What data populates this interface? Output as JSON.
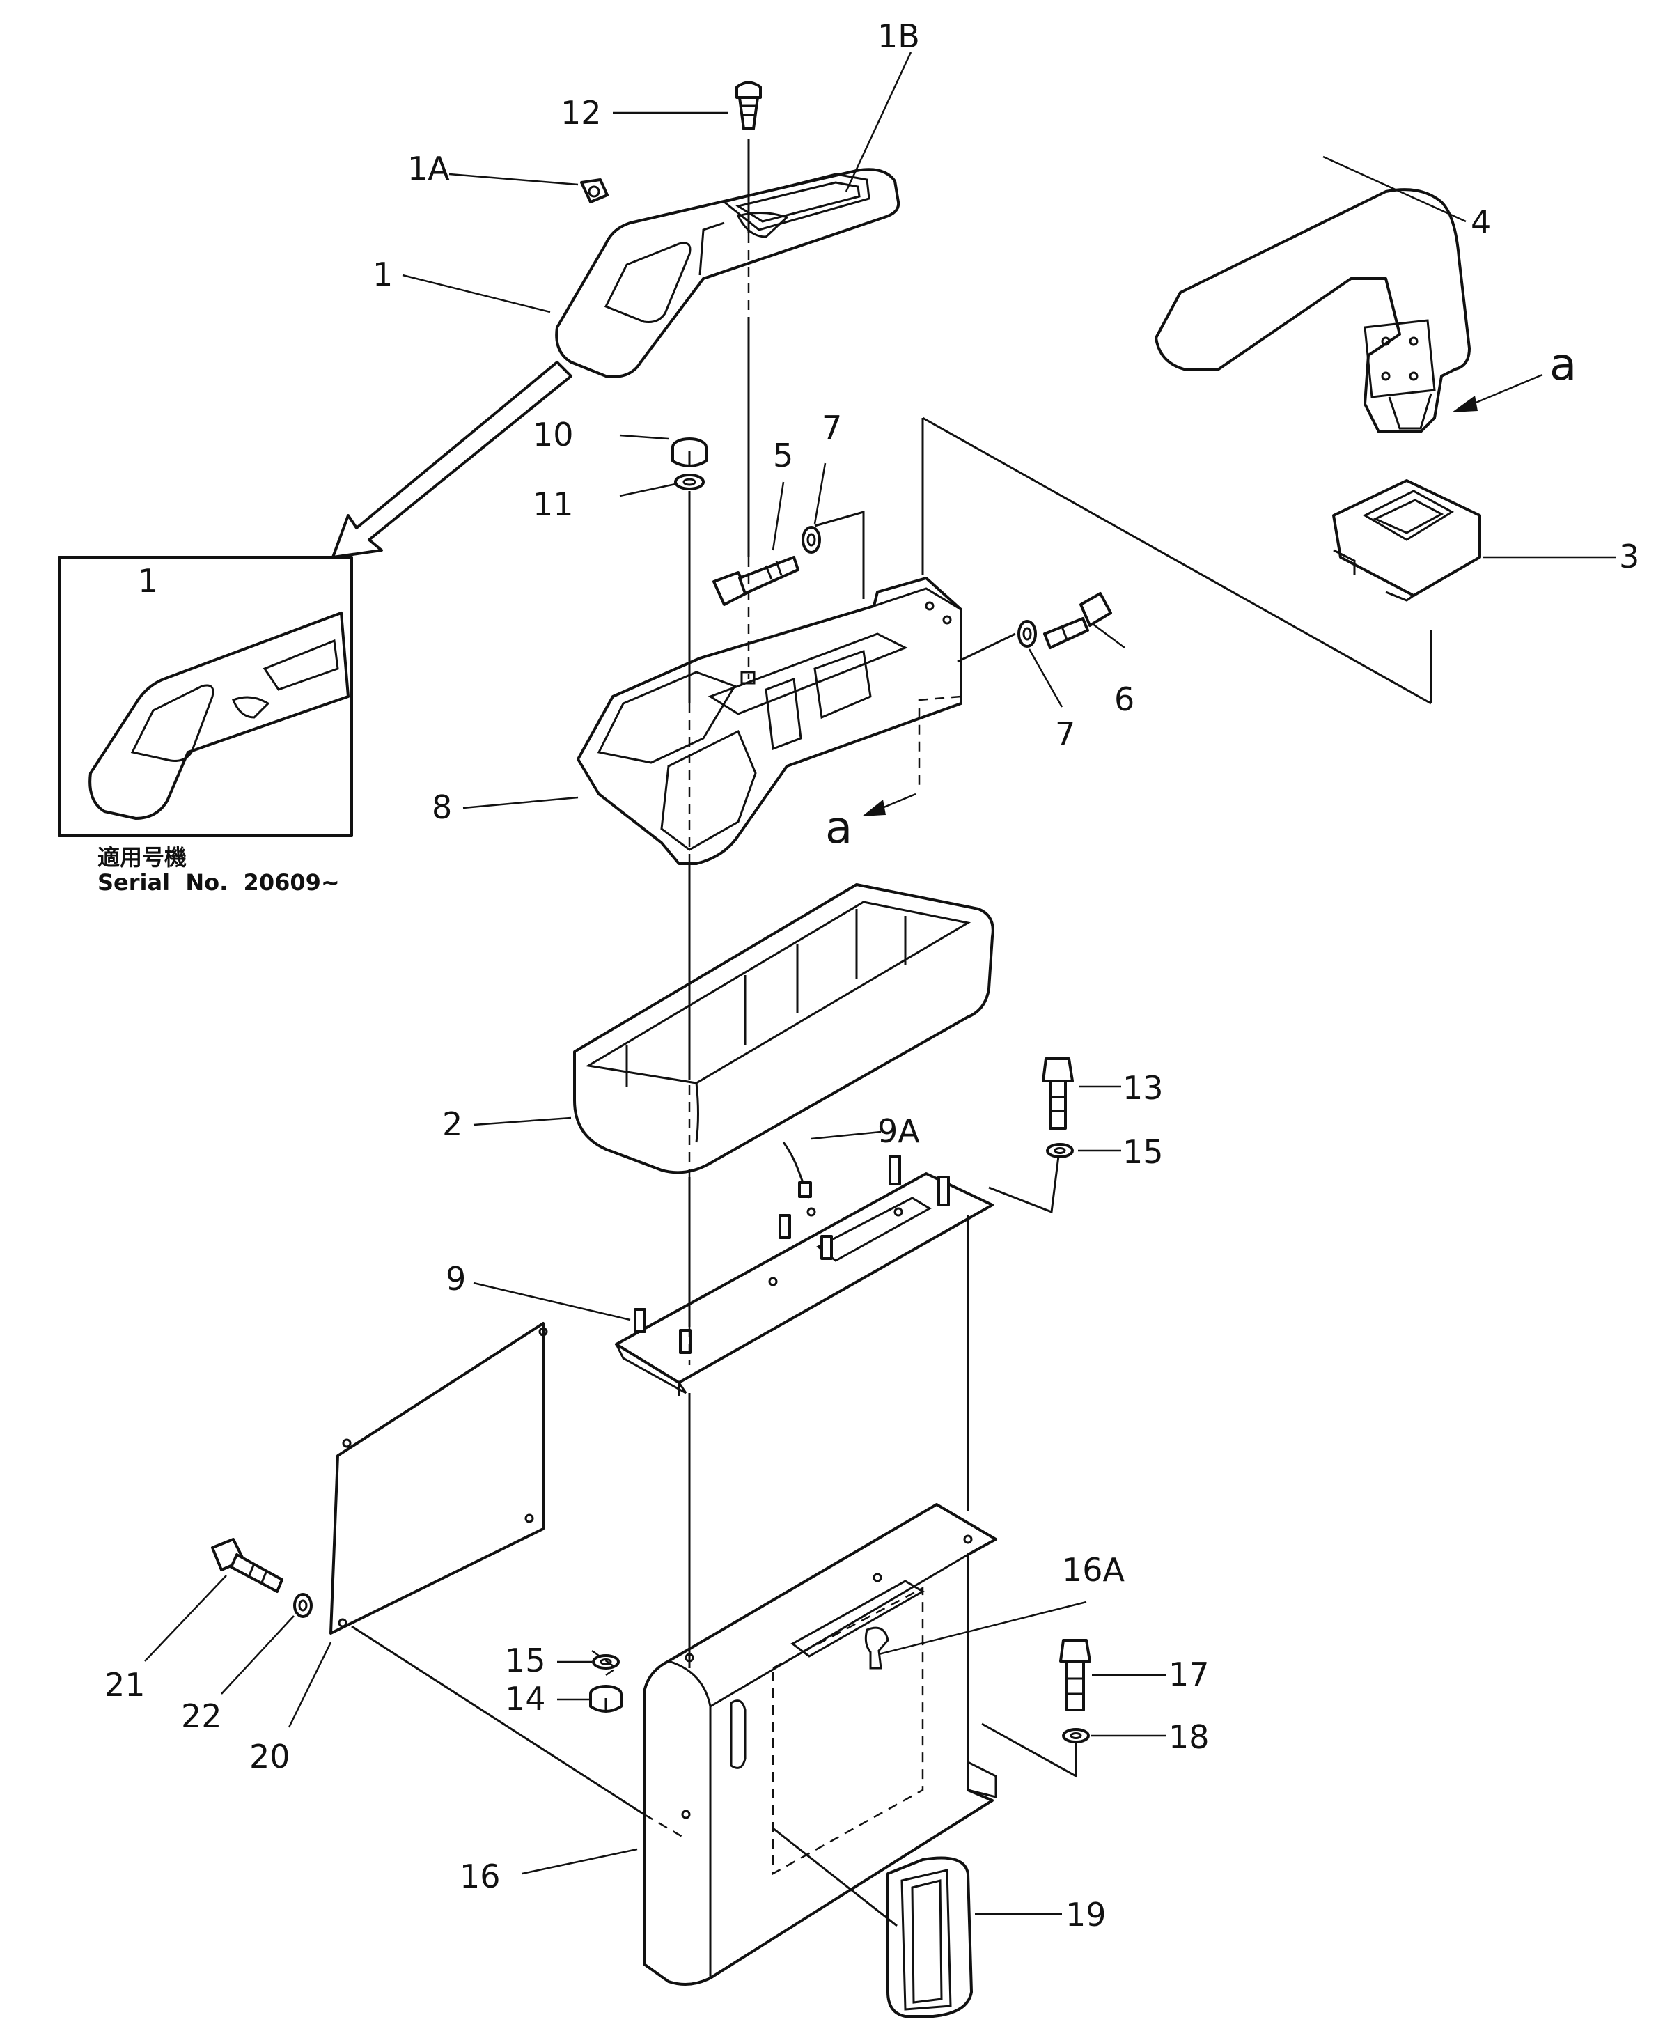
{
  "diagram": {
    "labels": {
      "p1": "1",
      "p1a": "1A",
      "p1b": "1B",
      "p2": "2",
      "p3": "3",
      "p4": "4",
      "p5": "5",
      "p6": "6",
      "p7a": "7",
      "p7b": "7",
      "p8": "8",
      "p9": "9",
      "p9a": "9A",
      "p10": "10",
      "p11": "11",
      "p12": "12",
      "p13": "13",
      "p14": "14",
      "p15a": "15",
      "p15b": "15",
      "p16": "16",
      "p16a": "16A",
      "p17": "17",
      "p18": "18",
      "p19": "19",
      "p20": "20",
      "p21": "21",
      "p22": "22",
      "inset_p1": "1",
      "view_a1": "a",
      "view_a2": "a"
    },
    "inset_note": {
      "line1": "適用号機",
      "line2": "Serial  No.  20609∼"
    }
  }
}
